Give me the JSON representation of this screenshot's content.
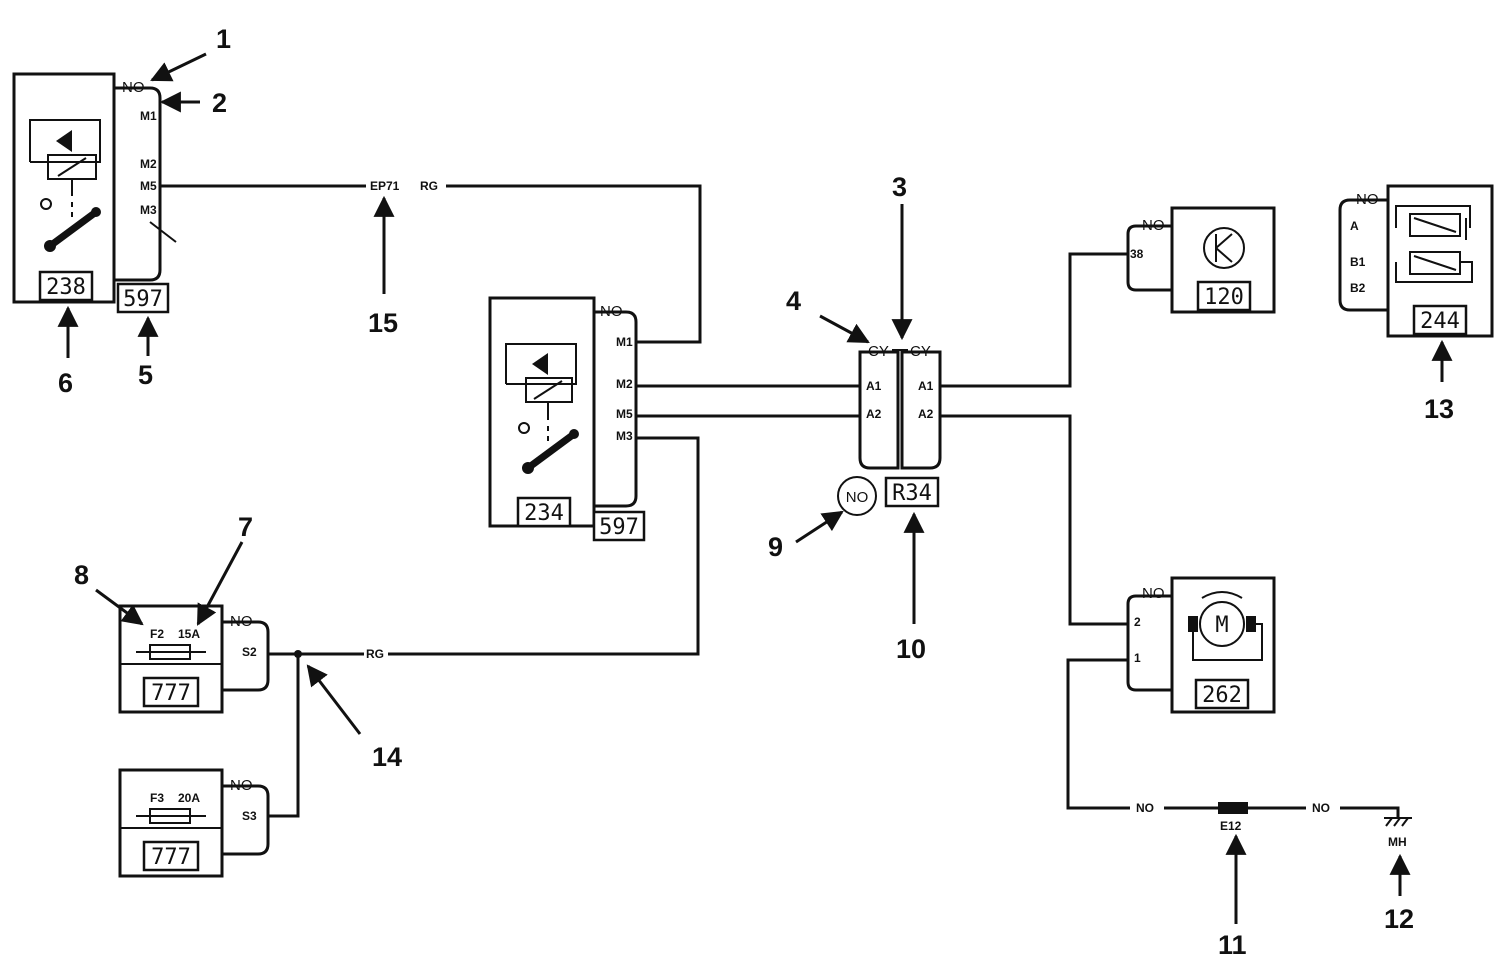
{
  "components": {
    "relay_238": {
      "code": "238",
      "connector_code": "597",
      "connector": "NO",
      "pins": {
        "m1": "M1",
        "m2": "M2",
        "m5": "M5",
        "m3": "M3"
      }
    },
    "relay_234": {
      "code": "234",
      "connector_code": "597",
      "connector": "NO",
      "pins": {
        "m1": "M1",
        "m2": "M2",
        "m5": "M5",
        "m3": "M3"
      }
    },
    "interconnect": {
      "code": "R34",
      "left_connector": "CY",
      "right_connector": "CY",
      "pins": {
        "a1": "A1",
        "a2": "A2"
      },
      "color_circle": "NO"
    },
    "unit_120": {
      "code": "120",
      "connector": "NO",
      "pin": "38"
    },
    "unit_244": {
      "code": "244",
      "connector": "NO",
      "pins": {
        "a": "A",
        "b1": "B1",
        "b2": "B2"
      }
    },
    "motor_262": {
      "code": "262",
      "connector": "NO",
      "symbol": "M",
      "pins": {
        "p2": "2",
        "p1": "1"
      }
    },
    "fuse_f2": {
      "code": "777",
      "connector": "NO",
      "fuse": "F2",
      "rating": "15A",
      "pin": "S2"
    },
    "fuse_f3": {
      "code": "777",
      "connector": "NO",
      "fuse": "F3",
      "rating": "20A",
      "pin": "S3"
    },
    "ground": {
      "splice": "E12",
      "point": "MH"
    }
  },
  "wires": {
    "splice_label": "EP71",
    "rg_top": "RG",
    "rg_bottom": "RG",
    "no_ground_1": "NO",
    "no_ground_2": "NO"
  },
  "callouts": [
    "1",
    "2",
    "3",
    "4",
    "5",
    "6",
    "7",
    "8",
    "9",
    "10",
    "11",
    "12",
    "13",
    "14",
    "15"
  ]
}
